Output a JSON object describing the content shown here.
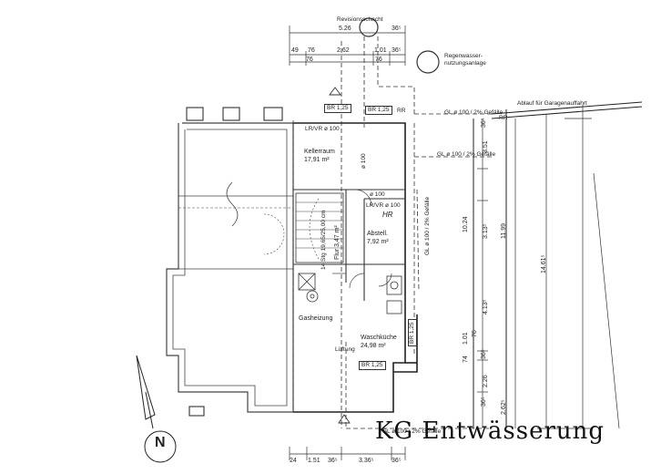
{
  "title": "KG Entwässerung",
  "labels": {
    "revisionsschacht": "Revisionsschacht",
    "regenwasser_line1": "Regenwasser-",
    "regenwasser_line2": "nutzungsanlage",
    "ablauf_garagen": "Ablauf für Garagenauffahrt",
    "pipe_top": "GL ø 100 / 2% Gefälle",
    "pipe_mid": "GL ø 100 / 2% Gefälle",
    "pipe_vert_left": "ø 100",
    "pipe_vert_right": "GL ø 100 / 2% Gefälle",
    "pipe_bottom": "GL ø 100 / 2% Gefälle",
    "rr_top": "RR",
    "rr_mid": "RR",
    "lrvr_top": "LR/VR ø 100",
    "lrvr_mid": "LR/VR ø 100",
    "hr": "HR",
    "luftung": "Lüftung",
    "stair_note": "14 Stg 19,65/25,00 cm",
    "ref_100": "ø 100"
  },
  "boxes": {
    "br_top": "BR 1,25",
    "br_right": "BR 1,25",
    "br_bottom": "BR 1,25"
  },
  "rooms": {
    "keller": {
      "name": "Kellerraum",
      "area": "17,91 m²"
    },
    "flur": {
      "name": "Flur",
      "area": "3,47 m²"
    },
    "abstell": {
      "name": "Abstell.",
      "area": "7,92 m²"
    },
    "gasheizung": {
      "name": "Gasheizung"
    },
    "waschkueche": {
      "name": "Waschküche",
      "area": "24,98 m²"
    }
  },
  "dims_top": {
    "row1": [
      "5.26",
      "36⁵"
    ],
    "row2": [
      "49",
      "76",
      "2.62",
      "1.01",
      "36⁵"
    ],
    "row3": [
      "76",
      "76"
    ]
  },
  "dims_bottom": [
    "24",
    "1.51",
    "36⁵",
    "3.36⁵",
    "36⁵"
  ],
  "dims_right": {
    "col1": [
      "74",
      "1.01",
      "76",
      "4.13⁵",
      "3.13⁵",
      "3.51",
      "10.24",
      "2.26",
      "2.62⁵"
    ],
    "col2": [
      "11.99"
    ],
    "col3": [
      "14.61⁵"
    ],
    "col_small": [
      "36⁵",
      "36⁵",
      "36⁵"
    ]
  },
  "north": "N"
}
